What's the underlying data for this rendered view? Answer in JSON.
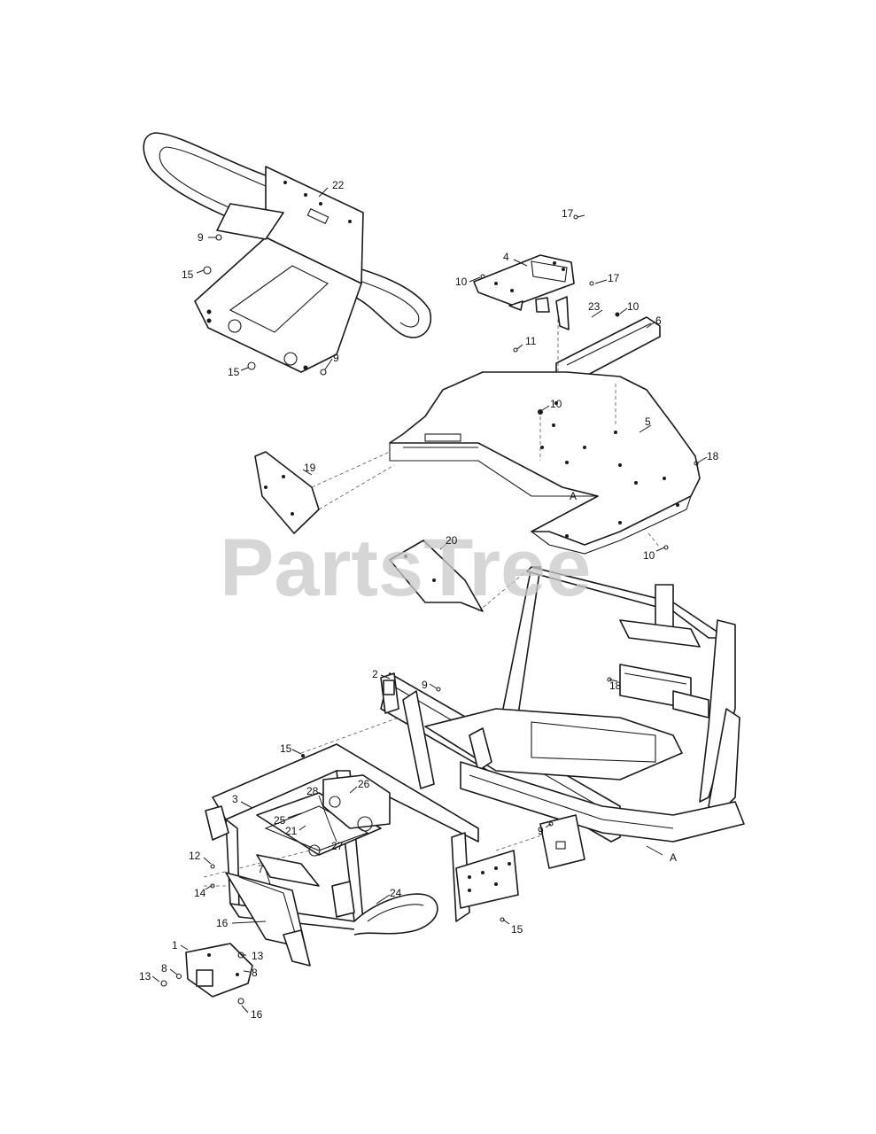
{
  "watermark": "PartsTree",
  "callouts": {
    "c1": "1",
    "c2": "2",
    "c3": "3",
    "c4": "4",
    "c5": "5",
    "c6": "6",
    "c7": "7",
    "c8a": "8",
    "c8b": "8",
    "c9a": "9",
    "c9b": "9",
    "c9c": "9",
    "c9d": "9",
    "c10a": "10",
    "c10b": "10",
    "c10c": "10",
    "c10d": "10",
    "c11": "11",
    "c12": "12",
    "c13a": "13",
    "c13b": "13",
    "c14": "14",
    "c15a": "15",
    "c15b": "15",
    "c15c": "15",
    "c15d": "15",
    "c16a": "16",
    "c16b": "16",
    "c17a": "17",
    "c17b": "17",
    "c18a": "18",
    "c18b": "18",
    "c19": "19",
    "c20": "20",
    "c21": "21",
    "c22": "22",
    "c23": "23",
    "c24": "24",
    "c25": "25",
    "c26": "26",
    "c27": "27",
    "c28": "28",
    "refA1": "A",
    "refA2": "A"
  }
}
